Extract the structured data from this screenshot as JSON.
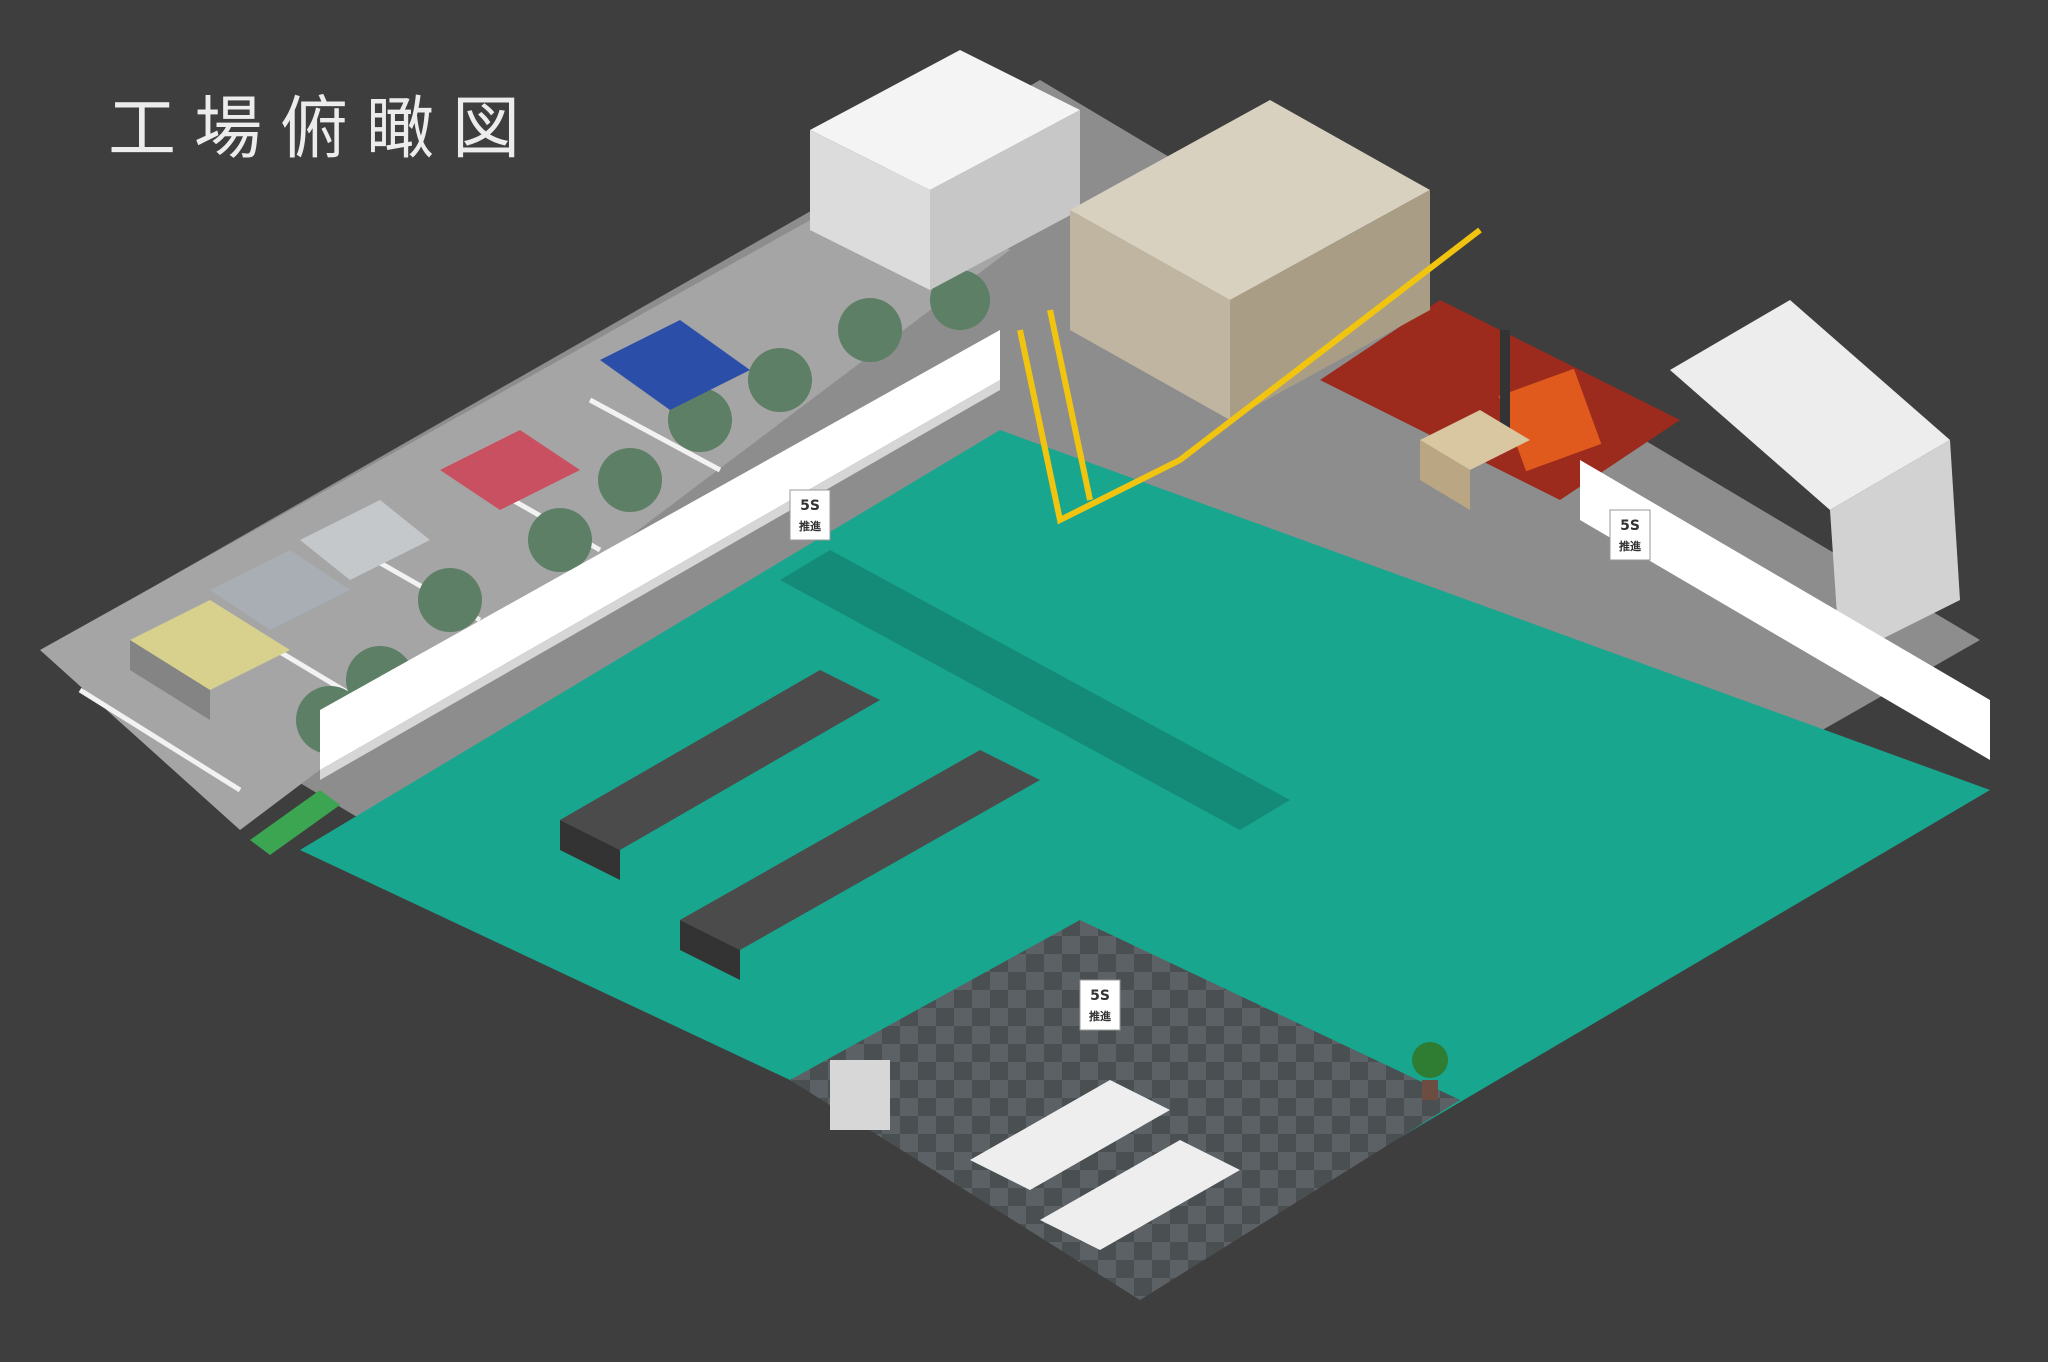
{
  "title": "工場俯瞰図",
  "signs": {
    "five_s": "5S",
    "promotion": "推進"
  },
  "colors": {
    "background": "#3e3e3e",
    "factory_floor": "#18a68f",
    "walkway": "#138b78",
    "loading_dock": "#9c2a1d",
    "parking_lot": "#a5a5a5",
    "office_floor": "#5b6164",
    "wall": "#ffffff",
    "worker_uniform": "#8cc3b4",
    "forklift": "#e05a1e",
    "mezzanine_rail": "#f1c40f"
  },
  "vehicles": [
    {
      "type": "car",
      "color": "#d8d18e"
    },
    {
      "type": "car",
      "color": "#a8aeb4"
    },
    {
      "type": "car",
      "color": "#c5c8cb"
    },
    {
      "type": "car",
      "color": "#c85060"
    },
    {
      "type": "van",
      "color": "#2b4ea8"
    }
  ]
}
